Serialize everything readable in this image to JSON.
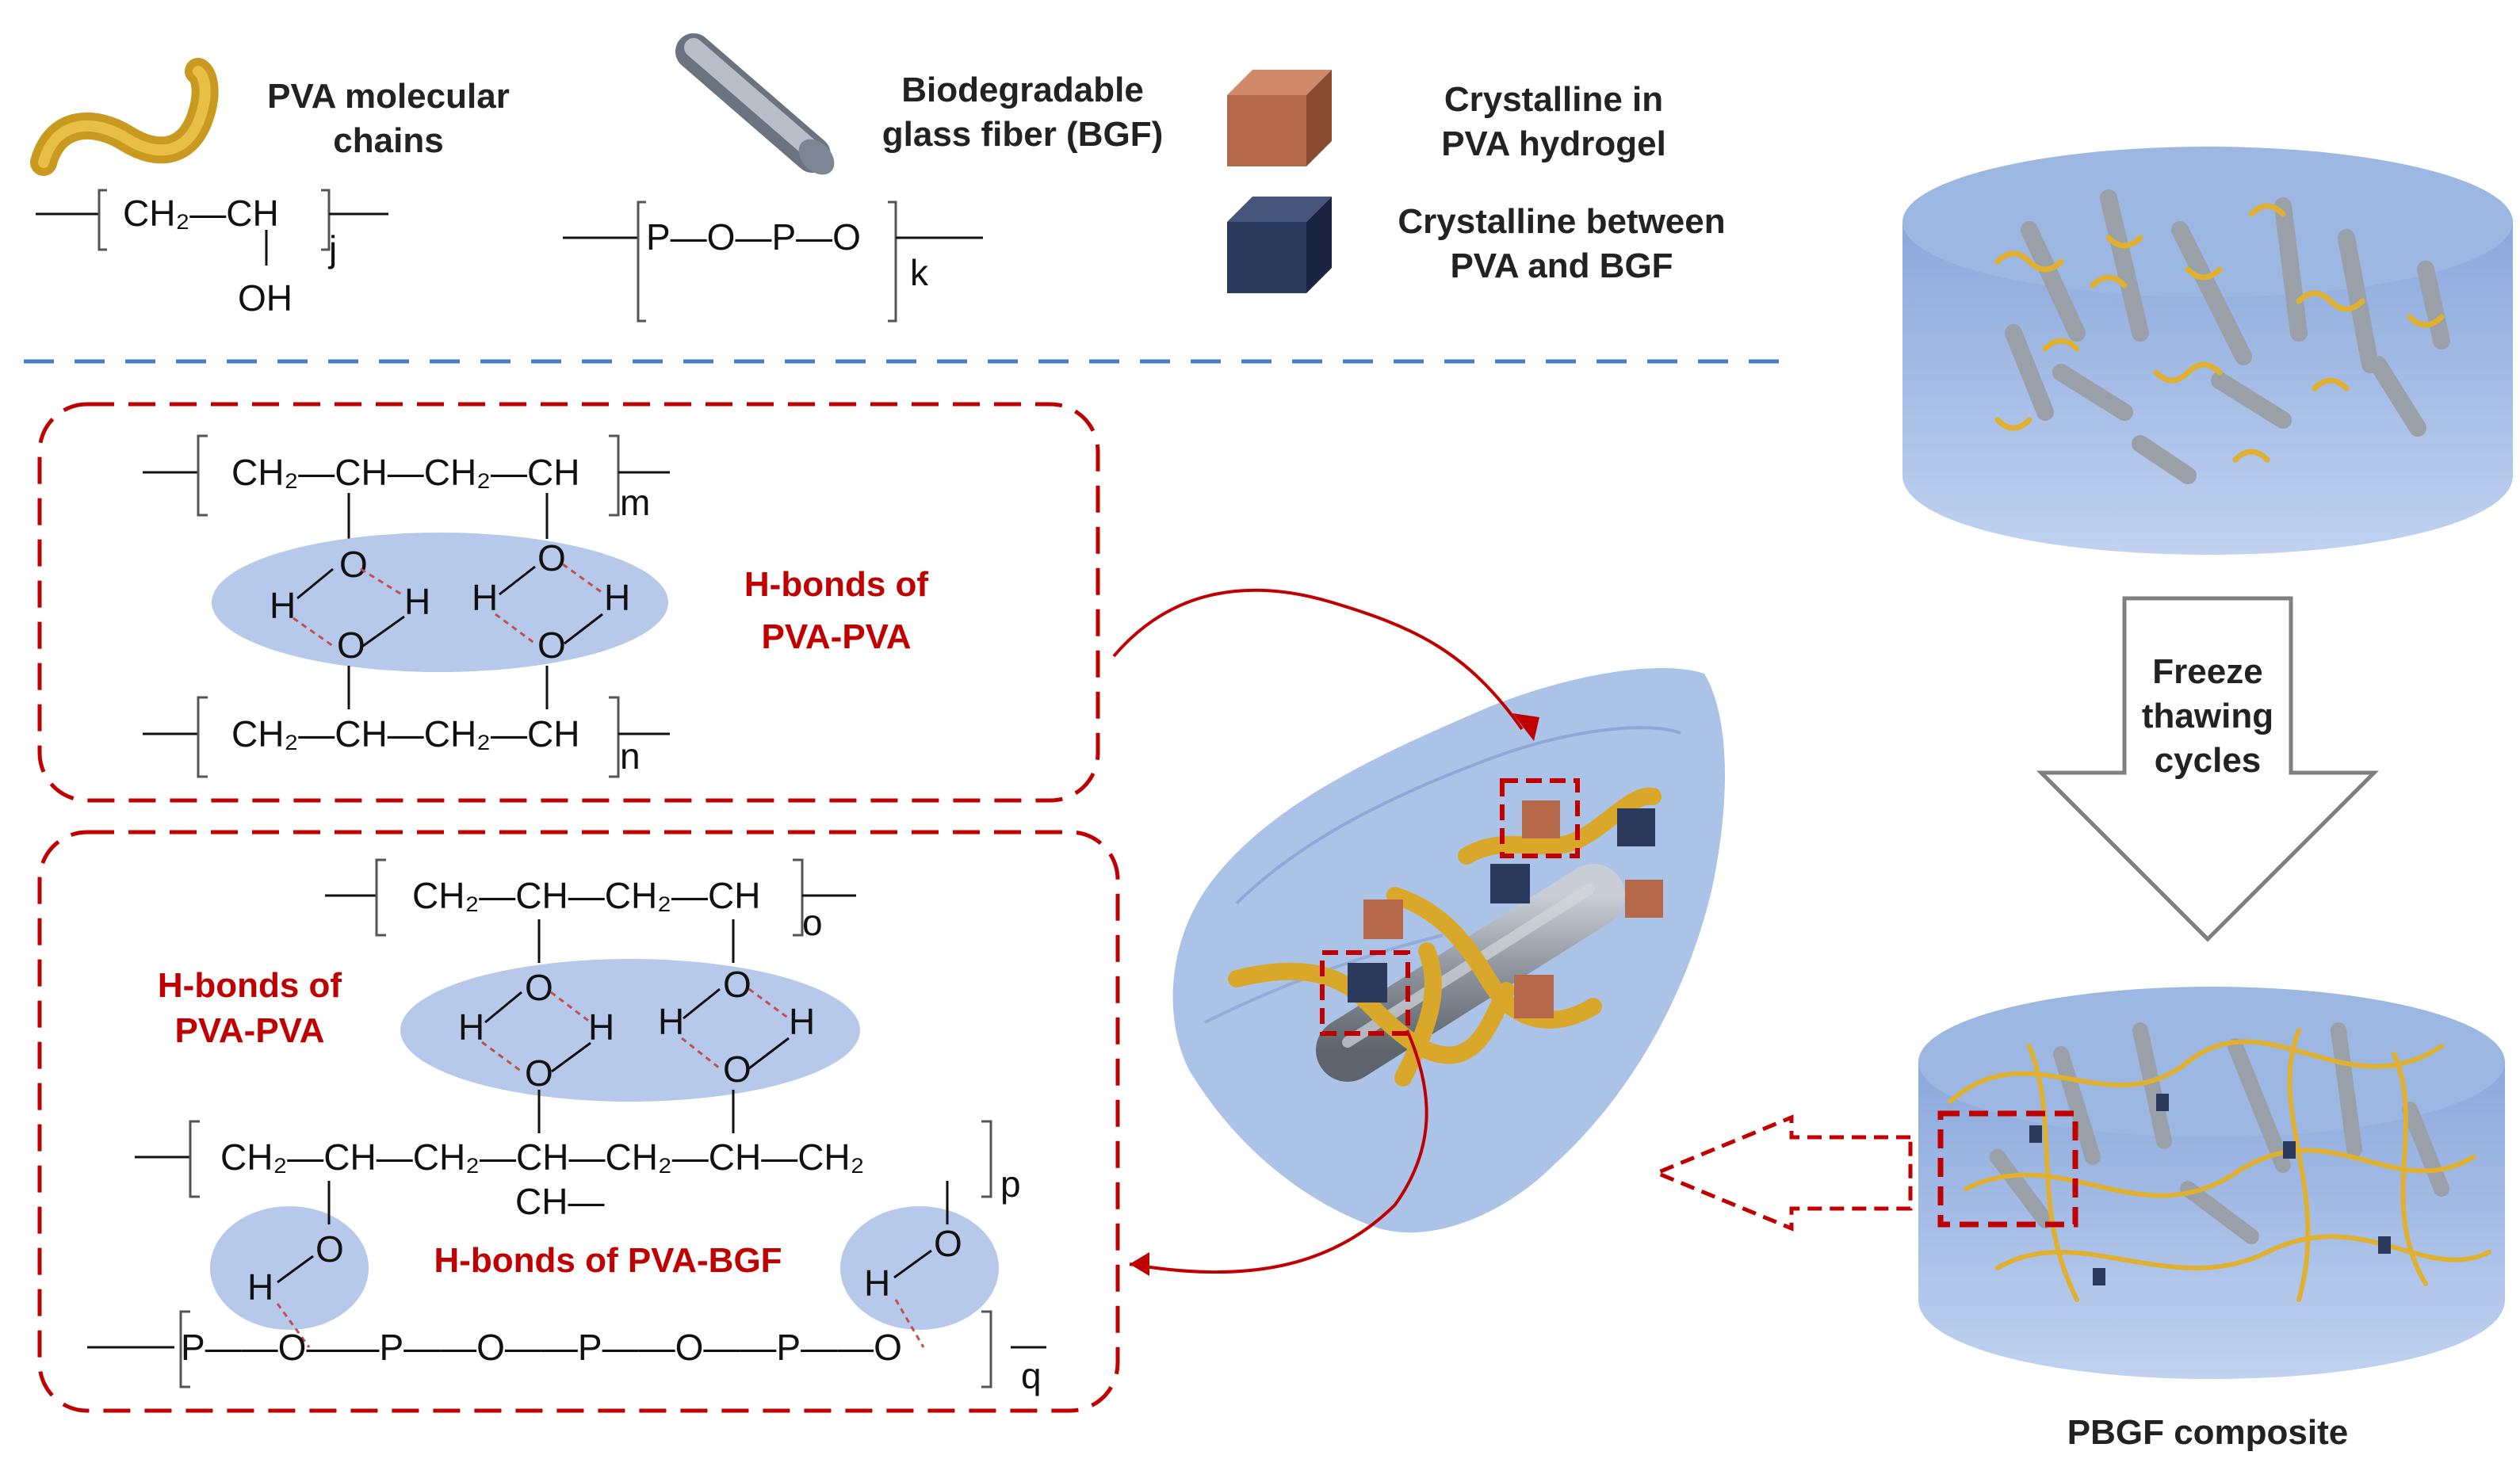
{
  "legend": {
    "pva_label": [
      "PVA molecular",
      "chains"
    ],
    "bgf_label": [
      "Biodegradable",
      "glass fiber  (BGF)"
    ],
    "cryst_pva_label": [
      "Crystalline in",
      "PVA hydrogel"
    ],
    "cryst_bgf_label": [
      "Crystalline between",
      "PVA and BGF"
    ],
    "pva_formula": {
      "main": "CH₂—CH",
      "sub": "j",
      "side": "OH"
    },
    "bgf_formula": {
      "main": "P—O—P—O",
      "sub": "k"
    }
  },
  "box1": {
    "title": [
      "H-bonds of",
      "PVA-PVA"
    ],
    "top_chain": "CH₂—CH—CH₂—CH",
    "top_sub": "m",
    "bottom_chain": "CH₂—CH—CH₂—CH",
    "bottom_sub": "n",
    "atoms": {
      "o": "O",
      "h": "H"
    }
  },
  "box2": {
    "hb_pva_label": [
      "H-bonds of",
      "PVA-PVA"
    ],
    "hb_bgf_label": "H-bonds of PVA-BGF",
    "top_chain": "CH₂—CH—CH₂—CH",
    "top_sub": "o",
    "mid_chain": "CH₂—CH—CH₂—CH—CH₂—CH—CH₂",
    "mid_sub": "p",
    "mid_branch": "CH—",
    "bottom_chain": "P——O——P——O——P——O——P——O",
    "bottom_sub": "q",
    "atoms": {
      "o": "O",
      "h": "H"
    }
  },
  "process": {
    "arrow_label": [
      "Freeze",
      "thawing",
      "cycles"
    ],
    "composite_label": "PBGF composite"
  },
  "colors": {
    "pva_chain": "#e0b030",
    "bgf_fiber": "#9aa0a8",
    "cryst_pva": "#b5694a",
    "cryst_bgf": "#2b3a5c",
    "callout": "#c00000",
    "divider": "#4a7ebf",
    "hbond_region": "#a9bfe6"
  }
}
